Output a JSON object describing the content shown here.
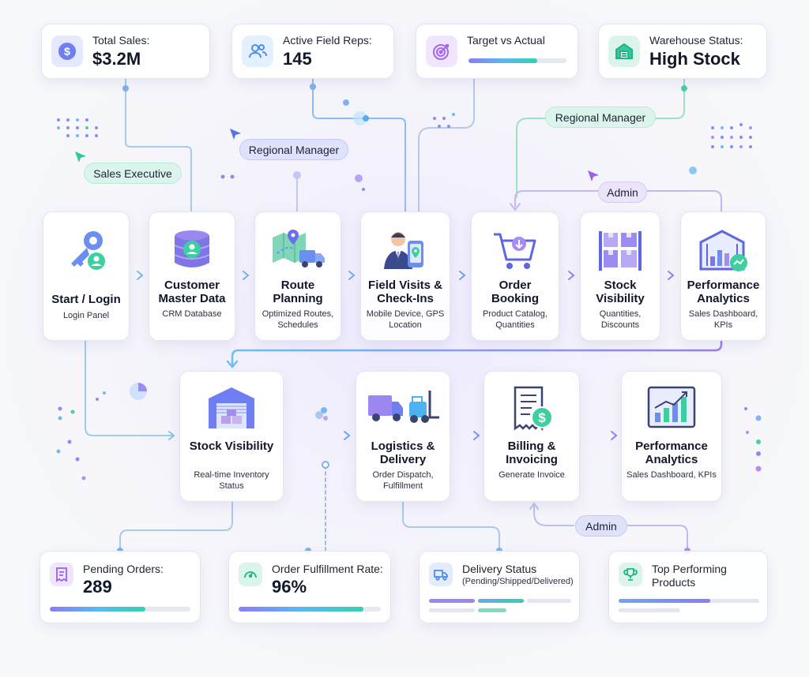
{
  "kpis": {
    "total_sales": {
      "label": "Total Sales:",
      "value": "$3.2M",
      "icon": "dollar-icon"
    },
    "field_reps": {
      "label": "Active Field Reps:",
      "value": "145",
      "icon": "people-icon"
    },
    "target": {
      "label": "Target vs Actual",
      "progress": 0.7,
      "icon": "target-icon"
    },
    "warehouse": {
      "label": "Warehouse Status:",
      "value": "High Stock",
      "icon": "warehouse-icon"
    }
  },
  "roles": {
    "sales_executive": "Sales Executive",
    "regional_manager_a": "Regional Manager",
    "regional_manager_b": "Regional Manager",
    "admin_top": "Admin",
    "admin_bottom": "Admin"
  },
  "steps_top": [
    {
      "title": "Start / Login",
      "subtitle": "Login Panel",
      "icon": "key-user-icon"
    },
    {
      "title": "Customer Master Data",
      "subtitle": "CRM Database",
      "icon": "database-user-icon"
    },
    {
      "title": "Route Planning",
      "subtitle": "Optimized Routes, Schedules",
      "icon": "map-truck-icon"
    },
    {
      "title": "Field Visits & Check-Ins",
      "subtitle": "Mobile Device, GPS Location",
      "icon": "rep-phone-icon"
    },
    {
      "title": "Order Booking",
      "subtitle": "Product Catalog, Quantities",
      "icon": "cart-icon"
    },
    {
      "title": "Stock Visibility",
      "subtitle": "Quantities, Discounts",
      "icon": "boxes-shelf-icon"
    },
    {
      "title": "Performance Analytics",
      "subtitle": "Sales Dashboard, KPIs",
      "icon": "warehouse-chart-icon"
    }
  ],
  "steps_bottom": [
    {
      "title": "Stock Visibility",
      "subtitle": "Real-time Inventory Status",
      "icon": "warehouse-boxes-icon"
    },
    {
      "title": "Logistics & Delivery",
      "subtitle": "Order Dispatch, Fulfillment",
      "icon": "truck-forklift-icon"
    },
    {
      "title": "Billing & Invoicing",
      "subtitle": "Generate Invoice",
      "icon": "invoice-icon"
    },
    {
      "title": "Performance Analytics",
      "subtitle": "Sales Dashboard, KPIs",
      "icon": "analytics-chart-icon"
    }
  ],
  "bottom_kpis": {
    "pending": {
      "label": "Pending Orders:",
      "value": "289",
      "progress": 0.68,
      "icon": "receipt-icon"
    },
    "fulfillment": {
      "label": "Order Fulfillment Rate:",
      "value": "96%",
      "progress": 0.88,
      "icon": "gauge-icon"
    },
    "delivery": {
      "label": "Delivery Status",
      "sublabel": "(Pending/Shipped/Delivered)",
      "icon": "delivery-truck-icon"
    },
    "top_products": {
      "label": "Top Performing Products",
      "icon": "trophy-icon"
    }
  },
  "colors": {
    "accent_purple": "#8b7cf6",
    "accent_blue": "#5ab8f0",
    "accent_green": "#34d1b0"
  }
}
